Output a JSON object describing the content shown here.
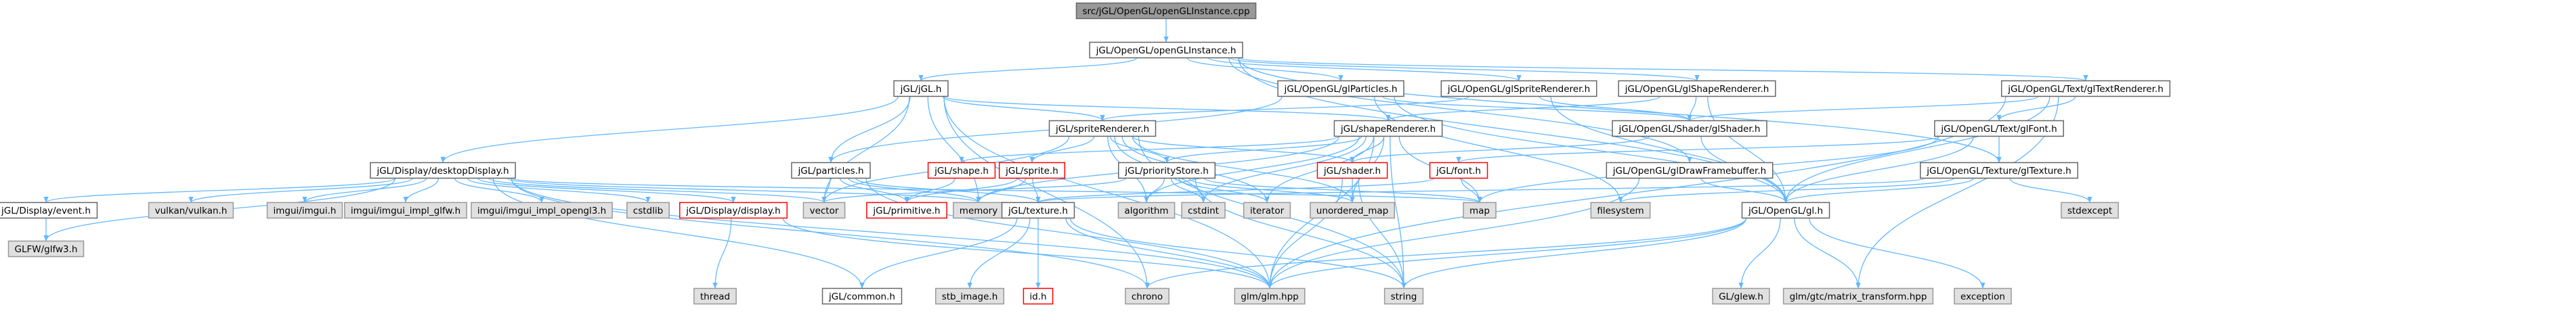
{
  "colors": {
    "root_fill": "#999999",
    "root_text": "#000000",
    "local_fill": "#ffffff",
    "local_stroke": "#666666",
    "missing_stroke": "#ff0000",
    "system_fill": "#e0e0e0",
    "system_stroke": "#999999",
    "edge": "#63b8ff"
  },
  "nodes": [
    {
      "id": "root",
      "label": "src/jGL/OpenGL/openGLInstance.cpp",
      "kind": "root"
    },
    {
      "id": "inst",
      "label": "jGL/OpenGL/openGLInstance.h",
      "kind": "local"
    },
    {
      "id": "jglh",
      "label": "jGL/jGL.h",
      "kind": "local"
    },
    {
      "id": "glparticles",
      "label": "jGL/OpenGL/glParticles.h",
      "kind": "local"
    },
    {
      "id": "glsprite",
      "label": "jGL/OpenGL/glSpriteRenderer.h",
      "kind": "local"
    },
    {
      "id": "glshaperend",
      "label": "jGL/OpenGL/glShapeRenderer.h",
      "kind": "local"
    },
    {
      "id": "gltextrend",
      "label": "jGL/OpenGL/Text/glTextRenderer.h",
      "kind": "local"
    },
    {
      "id": "spriterend",
      "label": "jGL/spriteRenderer.h",
      "kind": "local"
    },
    {
      "id": "shaperend",
      "label": "jGL/shapeRenderer.h",
      "kind": "local"
    },
    {
      "id": "glshader",
      "label": "jGL/OpenGL/Shader/glShader.h",
      "kind": "local"
    },
    {
      "id": "glfont",
      "label": "jGL/OpenGL/Text/glFont.h",
      "kind": "local"
    },
    {
      "id": "desktop",
      "label": "jGL/Display/desktopDisplay.h",
      "kind": "local"
    },
    {
      "id": "particles",
      "label": "jGL/particles.h",
      "kind": "local"
    },
    {
      "id": "shapeh",
      "label": "jGL/shape.h",
      "kind": "missing"
    },
    {
      "id": "spriteh",
      "label": "jGL/sprite.h",
      "kind": "missing"
    },
    {
      "id": "prio",
      "label": "jGL/priorityStore.h",
      "kind": "local"
    },
    {
      "id": "shaderh",
      "label": "jGL/shader.h",
      "kind": "missing"
    },
    {
      "id": "fonth",
      "label": "jGL/font.h",
      "kind": "missing"
    },
    {
      "id": "glfb",
      "label": "jGL/OpenGL/glDrawFramebuffer.h",
      "kind": "local"
    },
    {
      "id": "gltexture",
      "label": "jGL/OpenGL/Texture/glTexture.h",
      "kind": "local"
    },
    {
      "id": "event",
      "label": "jGL/Display/event.h",
      "kind": "local"
    },
    {
      "id": "vulkan",
      "label": "vulkan/vulkan.h",
      "kind": "system"
    },
    {
      "id": "imgui",
      "label": "imgui/imgui.h",
      "kind": "system"
    },
    {
      "id": "imglfw",
      "label": "imgui/imgui_impl_glfw.h",
      "kind": "system"
    },
    {
      "id": "imopengl",
      "label": "imgui/imgui_impl_opengl3.h",
      "kind": "system"
    },
    {
      "id": "cstdlib",
      "label": "cstdlib",
      "kind": "system"
    },
    {
      "id": "display",
      "label": "jGL/Display/display.h",
      "kind": "missing"
    },
    {
      "id": "vector",
      "label": "vector",
      "kind": "system"
    },
    {
      "id": "primitive",
      "label": "jGL/primitive.h",
      "kind": "missing"
    },
    {
      "id": "memory",
      "label": "memory",
      "kind": "system"
    },
    {
      "id": "texture",
      "label": "jGL/texture.h",
      "kind": "local"
    },
    {
      "id": "algorithm",
      "label": "algorithm",
      "kind": "system"
    },
    {
      "id": "cstdint",
      "label": "cstdint",
      "kind": "system"
    },
    {
      "id": "iterator",
      "label": "iterator",
      "kind": "system"
    },
    {
      "id": "umap",
      "label": "unordered_map",
      "kind": "system"
    },
    {
      "id": "map",
      "label": "map",
      "kind": "system"
    },
    {
      "id": "filesystem",
      "label": "filesystem",
      "kind": "system"
    },
    {
      "id": "stdexcept",
      "label": "stdexcept",
      "kind": "system"
    },
    {
      "id": "gl",
      "label": "jGL/OpenGL/gl.h",
      "kind": "local"
    },
    {
      "id": "glfw3",
      "label": "GLFW/glfw3.h",
      "kind": "system"
    },
    {
      "id": "thread",
      "label": "thread",
      "kind": "system"
    },
    {
      "id": "common",
      "label": "jGL/common.h",
      "kind": "local"
    },
    {
      "id": "stbimage",
      "label": "stb_image.h",
      "kind": "system"
    },
    {
      "id": "idh",
      "label": "id.h",
      "kind": "missing"
    },
    {
      "id": "chrono",
      "label": "chrono",
      "kind": "system"
    },
    {
      "id": "glm",
      "label": "glm/glm.hpp",
      "kind": "system"
    },
    {
      "id": "string",
      "label": "string",
      "kind": "system"
    },
    {
      "id": "glew",
      "label": "GL/glew.h",
      "kind": "system"
    },
    {
      "id": "glmtrans",
      "label": "glm/gtc/matrix_transform.hpp",
      "kind": "system"
    },
    {
      "id": "exception",
      "label": "exception",
      "kind": "system"
    }
  ],
  "edges": [
    [
      "root",
      "inst"
    ],
    [
      "inst",
      "jglh"
    ],
    [
      "inst",
      "glparticles"
    ],
    [
      "inst",
      "glsprite"
    ],
    [
      "inst",
      "glshaperend"
    ],
    [
      "inst",
      "gltextrend"
    ],
    [
      "inst",
      "glfb"
    ],
    [
      "inst",
      "gltexture"
    ],
    [
      "inst",
      "gl"
    ],
    [
      "jglh",
      "desktop"
    ],
    [
      "jglh",
      "particles"
    ],
    [
      "jglh",
      "spriterend"
    ],
    [
      "jglh",
      "shaperend"
    ],
    [
      "jglh",
      "vector"
    ],
    [
      "jglh",
      "memory"
    ],
    [
      "jglh",
      "glm"
    ],
    [
      "jglh",
      "chrono"
    ],
    [
      "glparticles",
      "particles"
    ],
    [
      "glparticles",
      "glshader"
    ],
    [
      "glparticles",
      "gl"
    ],
    [
      "glparticles",
      "filesystem"
    ],
    [
      "glsprite",
      "spriterend"
    ],
    [
      "glsprite",
      "glshader"
    ],
    [
      "glsprite",
      "gl"
    ],
    [
      "glshaperend",
      "shaperend"
    ],
    [
      "glshaperend",
      "glshader"
    ],
    [
      "glshaperend",
      "gl"
    ],
    [
      "gltextrend",
      "glfont"
    ],
    [
      "gltextrend",
      "glshader"
    ],
    [
      "gltextrend",
      "gl"
    ],
    [
      "gltextrend",
      "glm"
    ],
    [
      "gltextrend",
      "glmtrans"
    ],
    [
      "spriterend",
      "spriteh"
    ],
    [
      "spriterend",
      "prio"
    ],
    [
      "spriterend",
      "shaderh"
    ],
    [
      "spriterend",
      "vector"
    ],
    [
      "spriterend",
      "algorithm"
    ],
    [
      "spriterend",
      "iterator"
    ],
    [
      "spriterend",
      "umap"
    ],
    [
      "spriterend",
      "string"
    ],
    [
      "spriterend",
      "cstdint"
    ],
    [
      "shaperend",
      "shapeh"
    ],
    [
      "shaperend",
      "prio"
    ],
    [
      "shaperend",
      "shaderh"
    ],
    [
      "shaperend",
      "memory"
    ],
    [
      "shaperend",
      "algorithm"
    ],
    [
      "shaperend",
      "iterator"
    ],
    [
      "shaperend",
      "umap"
    ],
    [
      "shaperend",
      "map"
    ],
    [
      "shaperend",
      "string"
    ],
    [
      "shaperend",
      "cstdint"
    ],
    [
      "shaperend",
      "glm"
    ],
    [
      "glshader",
      "shaderh"
    ],
    [
      "glshader",
      "gl"
    ],
    [
      "glfont",
      "fonth"
    ],
    [
      "glfont",
      "gltexture"
    ],
    [
      "glfont",
      "gl"
    ],
    [
      "glfont",
      "map"
    ],
    [
      "desktop",
      "event"
    ],
    [
      "desktop",
      "vulkan"
    ],
    [
      "desktop",
      "imgui"
    ],
    [
      "desktop",
      "imglfw"
    ],
    [
      "desktop",
      "imopengl"
    ],
    [
      "desktop",
      "cstdlib"
    ],
    [
      "desktop",
      "display"
    ],
    [
      "desktop",
      "vector"
    ],
    [
      "desktop",
      "memory"
    ],
    [
      "desktop",
      "map"
    ],
    [
      "desktop",
      "glfw3"
    ],
    [
      "desktop",
      "chrono"
    ],
    [
      "desktop",
      "common"
    ],
    [
      "desktop",
      "glm"
    ],
    [
      "particles",
      "primitive"
    ],
    [
      "particles",
      "texture"
    ],
    [
      "particles",
      "vector"
    ],
    [
      "particles",
      "memory"
    ],
    [
      "particles",
      "glm"
    ],
    [
      "shapeh",
      "primitive"
    ],
    [
      "spriteh",
      "primitive"
    ],
    [
      "spriteh",
      "texture"
    ],
    [
      "spriteh",
      "memory"
    ],
    [
      "prio",
      "algorithm"
    ],
    [
      "prio",
      "cstdint"
    ],
    [
      "prio",
      "iterator"
    ],
    [
      "prio",
      "umap"
    ],
    [
      "prio",
      "map"
    ],
    [
      "prio",
      "vector"
    ],
    [
      "prio",
      "string"
    ],
    [
      "shaderh",
      "umap"
    ],
    [
      "shaderh",
      "glm"
    ],
    [
      "shaderh",
      "string"
    ],
    [
      "fonth",
      "map"
    ],
    [
      "fonth",
      "texture"
    ],
    [
      "glfb",
      "gl"
    ],
    [
      "glfb",
      "glm"
    ],
    [
      "gltexture",
      "texture"
    ],
    [
      "gltexture",
      "gl"
    ],
    [
      "gltexture",
      "filesystem"
    ],
    [
      "gltexture",
      "stdexcept"
    ],
    [
      "event",
      "glfw3"
    ],
    [
      "display",
      "glm"
    ],
    [
      "display",
      "thread"
    ],
    [
      "texture",
      "common"
    ],
    [
      "texture",
      "stbimage"
    ],
    [
      "texture",
      "idh"
    ],
    [
      "texture",
      "glm"
    ],
    [
      "texture",
      "string"
    ],
    [
      "gl",
      "glew"
    ],
    [
      "gl",
      "glm"
    ],
    [
      "gl",
      "glmtrans"
    ],
    [
      "gl",
      "exception"
    ],
    [
      "gl",
      "string"
    ],
    [
      "gl",
      "chrono"
    ]
  ]
}
